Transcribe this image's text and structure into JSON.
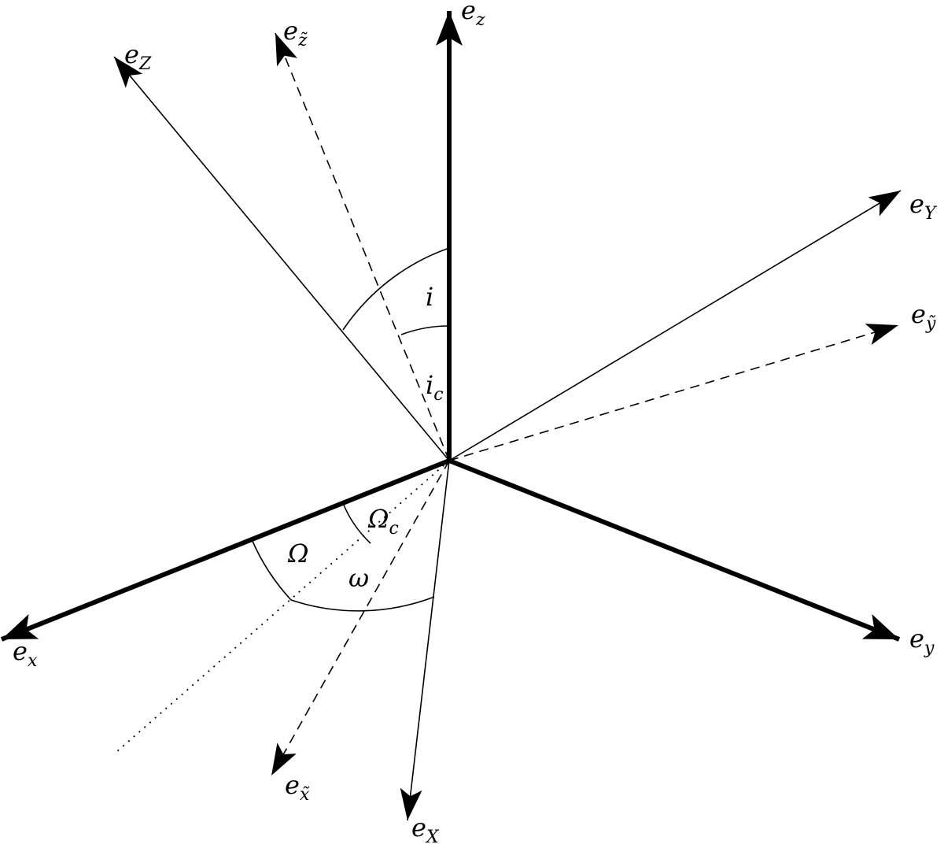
{
  "axes": {
    "ez": {
      "base": "e",
      "sub": "z"
    },
    "ex": {
      "base": "e",
      "sub": "x"
    },
    "ey": {
      "base": "e",
      "sub": "y"
    },
    "eZ": {
      "base": "e",
      "sub": "Z"
    },
    "eX": {
      "base": "e",
      "sub": "X"
    },
    "eY": {
      "base": "e",
      "sub": "Y"
    },
    "ezt": {
      "base": "e",
      "sub": "z̃"
    },
    "ext": {
      "base": "e",
      "sub": "x̃"
    },
    "eyt": {
      "base": "e",
      "sub": "ỹ"
    }
  },
  "angles": {
    "i": {
      "base": "i",
      "sub": ""
    },
    "ic": {
      "base": "i",
      "sub": "c"
    },
    "Omega": {
      "base": "Ω",
      "sub": ""
    },
    "Omegac": {
      "base": "Ω",
      "sub": "c"
    },
    "omega": {
      "base": "ω",
      "sub": ""
    }
  }
}
